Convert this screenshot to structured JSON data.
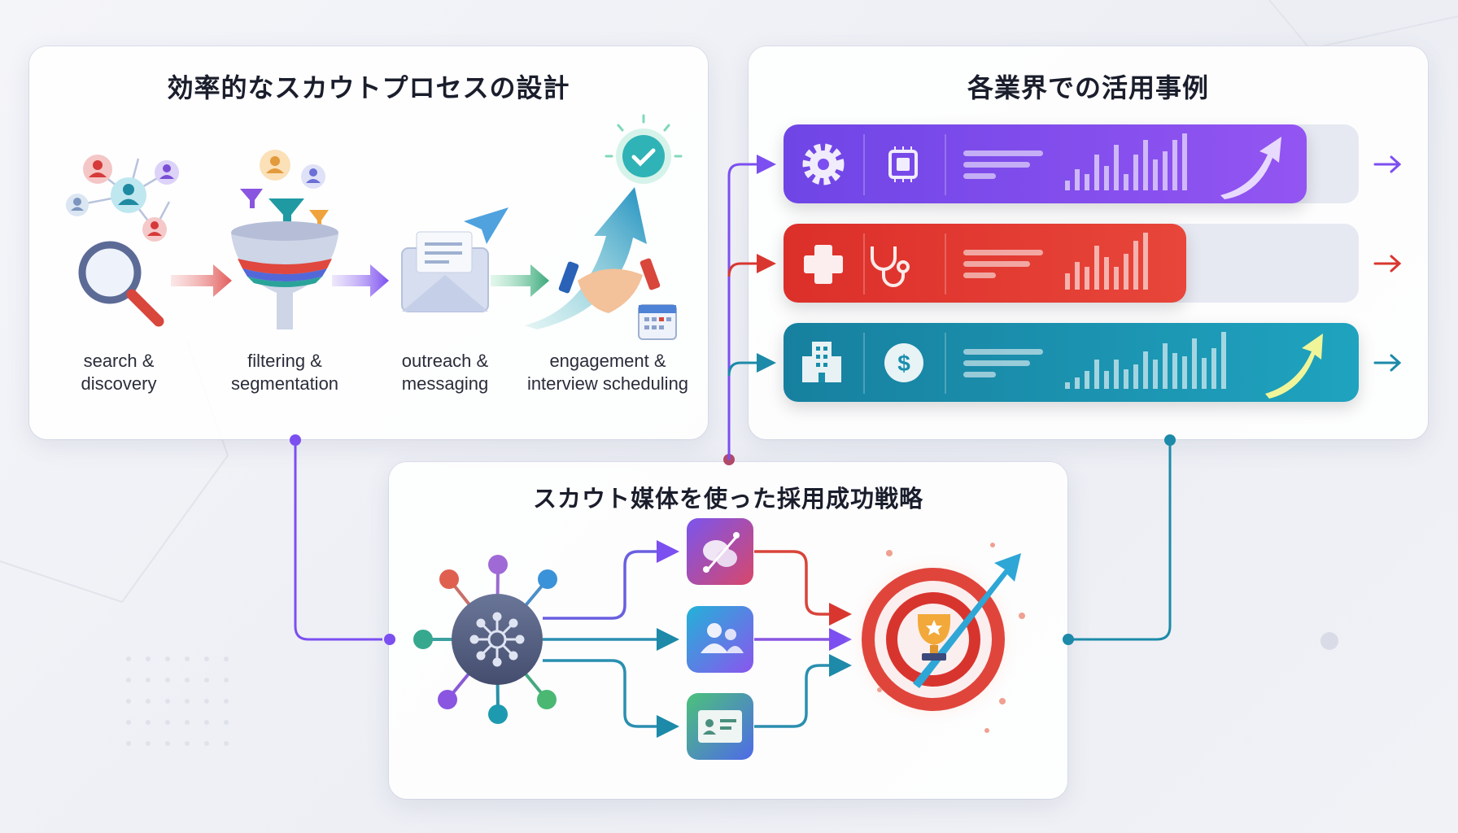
{
  "process_panel": {
    "title": "効率的なスカウトプロセスの設計",
    "steps": [
      {
        "label_1": "search &",
        "label_2": "discovery",
        "icon": "magnifier-network-icon"
      },
      {
        "label_1": "filtering &",
        "label_2": "segmentation",
        "icon": "funnel-icon"
      },
      {
        "label_1": "outreach &",
        "label_2": "messaging",
        "icon": "envelope-paper-plane-icon"
      },
      {
        "label_1": "engagement &",
        "label_2": "interview scheduling",
        "icon": "handshake-calendar-icon"
      }
    ]
  },
  "industry_panel": {
    "title": "各業界での活用事例",
    "bars": [
      {
        "industry": "manufacturing-tech",
        "icons": [
          "gear-icon",
          "chip-icon"
        ],
        "progress": 0.91,
        "color": "#7c4ff0"
      },
      {
        "industry": "healthcare",
        "icons": [
          "medical-cross-icon",
          "stethoscope-icon"
        ],
        "progress": 0.7,
        "color": "#e0382f"
      },
      {
        "industry": "finance-corporate",
        "icons": [
          "building-icon",
          "dollar-icon"
        ],
        "progress": 1.0,
        "color": "#1a8fae"
      }
    ]
  },
  "strategy_panel": {
    "title": "スカウト媒体を使った採用成功戦略",
    "channels": [
      "chat-network-icon",
      "users-icon",
      "profile-card-icon"
    ]
  },
  "colors": {
    "purple": "#7c4ff0",
    "red": "#e0382f",
    "teal": "#1a8fae"
  }
}
